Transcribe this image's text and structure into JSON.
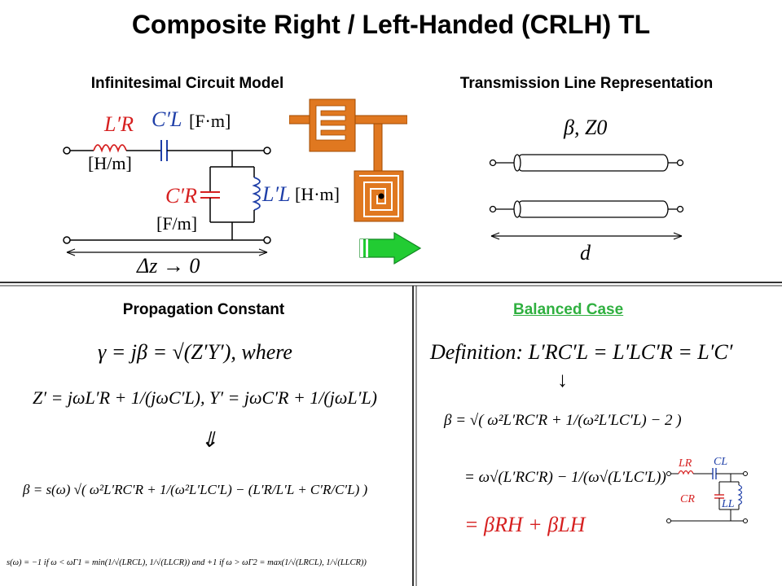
{
  "title": "Composite Right / Left-Handed (CRLH) TL",
  "sections": {
    "circuit_model": "Infinitesimal Circuit Model",
    "tl_representation": "Transmission Line Representation",
    "propagation": "Propagation Constant",
    "balanced": "Balanced Case"
  },
  "circuit": {
    "LR": "L′R",
    "CL": "C′L",
    "CR": "C′R",
    "LL": "L′L",
    "unit_LR": "[H/m]",
    "unit_CL": "[F·m]",
    "unit_CR": "[F/m]",
    "unit_LL": "[H·m]",
    "dz": "Δz → 0"
  },
  "tl": {
    "params": "β, Z0",
    "length": "d"
  },
  "equations": {
    "gamma": "γ = jβ = √(Z′Y′),   where",
    "zy": "Z′ = jωL′R + 1/(jωC′L),   Y′ = jωC′R + 1/(jωL′L)",
    "implies": "⇓",
    "beta_general": "β = s(ω) √( ω²L′RC′R + 1/(ω²L′LC′L) − (L′R/L′L + C′R/C′L) )",
    "sign_rule": "s(ω) = −1 if ω < ωΓ1 = min(1/√(LRCL), 1/√(LLCR))  and +1 if ω > ωΓ2 = max(1/√(LRCL), 1/√(LLCR))"
  },
  "balanced_eq": {
    "definition": "Definition: L′RC′L = L′LC′R = L′C′",
    "arrow": "↓",
    "beta_bal": "β = √( ω²L′RC′R + 1/(ω²L′LC′L) − 2 )",
    "eq2": "= ω√(L′RC′R) − 1/(ω√(L′LC′L))",
    "eq3": "= βRH + βLH"
  },
  "small_circuit": {
    "LR": "LR",
    "CL": "CL",
    "CR": "CR",
    "LL": "LL"
  },
  "colors": {
    "red": "#d62020",
    "blue": "#1f3fa8",
    "orange": "#e07820",
    "green": "#2aa84a",
    "arrow_green": "#22cc33"
  }
}
